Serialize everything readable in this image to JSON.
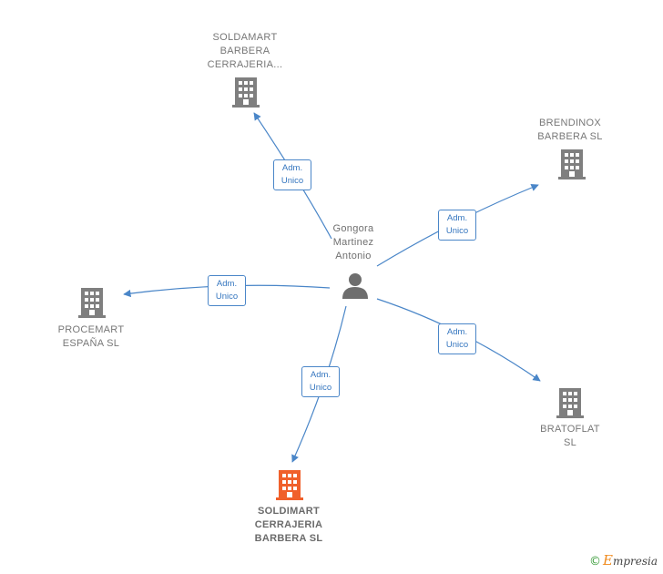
{
  "person": {
    "name": "Gongora\nMartinez\nAntonio"
  },
  "companies": {
    "soldamart_barbera": "SOLDAMART\nBARBERA\nCERRAJERIA...",
    "brendinox": "BRENDINOX\nBARBERA  SL",
    "procemart": "PROCEMART\nESPAÑA  SL",
    "bratoflat": "BRATOFLAT\nSL",
    "soldimart": "SOLDIMART\nCERRAJERIA\nBARBERA  SL"
  },
  "relations": {
    "soldamart_barbera": {
      "line1": "Adm.",
      "line2": "Unico"
    },
    "brendinox": {
      "line1": "Adm.",
      "line2": "Unico"
    },
    "procemart": {
      "line1": "Adm.",
      "line2": "Unico"
    },
    "bratoflat": {
      "line1": "Adm.",
      "line2": "Unico"
    },
    "soldimart": {
      "line1": "Adm.",
      "line2": "Unico"
    }
  },
  "colors": {
    "edge": "#4a86c8",
    "building": "#7f7f7f",
    "building_highlight": "#f0602b",
    "person": "#6e6e6e"
  },
  "footer": {
    "copyright_symbol": "©",
    "brand_first": "E",
    "brand_rest": "mpresia"
  }
}
